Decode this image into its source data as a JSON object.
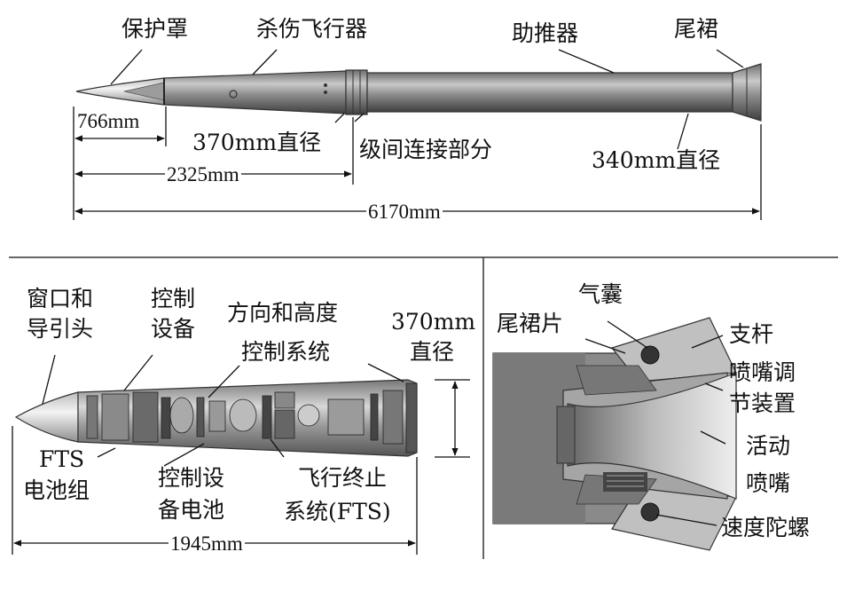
{
  "top_diagram": {
    "labels": {
      "fairing": "保护罩",
      "kill_vehicle": "杀伤飞行器",
      "booster": "助推器",
      "tail_skirt": "尾裙",
      "kv_diameter": "370mm直径",
      "interstage": "级间连接部分",
      "booster_diameter": "340mm直径"
    },
    "dimensions": {
      "fairing_length": "766mm",
      "kv_length": "2325mm",
      "total_length": "6170mm"
    }
  },
  "bottom_left_diagram": {
    "labels": {
      "window_seeker": [
        "窗口和",
        "导引头"
      ],
      "control_equipment": [
        "控制",
        "设备"
      ],
      "direction_altitude_control": [
        "方向和高度",
        "控制系统"
      ],
      "diameter": [
        "370mm",
        "直径"
      ],
      "fts_battery": [
        "FTS",
        "电池组"
      ],
      "control_battery": [
        "控制设",
        "备电池"
      ],
      "fts": [
        "飞行终止",
        "系统(FTS)"
      ]
    },
    "dimensions": {
      "length": "1945mm"
    }
  },
  "bottom_right_diagram": {
    "labels": {
      "airbag": "气囊",
      "skirt_piece": "尾裙片",
      "strut": "支杆",
      "nozzle_adjust": [
        "喷嘴调",
        "节装置"
      ],
      "movable_nozzle": [
        "活动",
        "喷嘴"
      ],
      "rate_gyro": "速度陀螺"
    }
  },
  "colors": {
    "body_gray": "#8a8a8a",
    "dark_gray": "#555555",
    "light_gray": "#c8c8c8",
    "line": "#111111"
  }
}
